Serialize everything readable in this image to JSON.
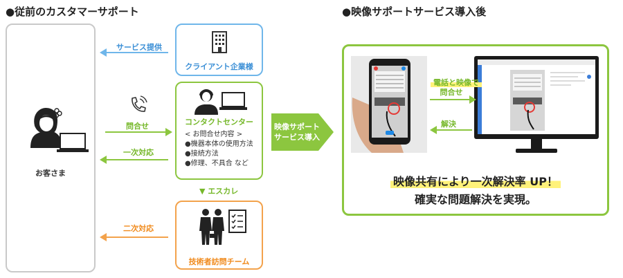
{
  "before": {
    "heading": "●従前のカスタマーサポート",
    "customer_label": "お客さま",
    "client_label": "クライアント企業様",
    "contact_label": "コンタクトセンター",
    "tech_label": "技術者訪問チーム",
    "service_label": "サービス提供",
    "inquiry_label": "問合せ",
    "first_label": "一次対応",
    "second_label": "二次対応",
    "escalation_label": "▼ エスカレ",
    "inquiry_title": "< お問合せ内容 >",
    "inquiry_items": [
      "●機器本体の使用方法",
      "●接続方法",
      "●修理、不具合 など"
    ]
  },
  "transition": {
    "line1": "映像サポート",
    "line2": "サービス導入"
  },
  "after": {
    "heading": "●映像サポートサービス導入後",
    "phone_label_1": "電話と映像で",
    "phone_label_2": "問合せ",
    "solve_label": "解決",
    "result_line1": "映像共有により一次解決率 UP！",
    "result_line2": "確実な問題解決を実現。"
  },
  "colors": {
    "blue": "#6fb6ea",
    "green": "#8cc63f",
    "orange": "#f3a24b",
    "gray": "#c9c9c9"
  }
}
